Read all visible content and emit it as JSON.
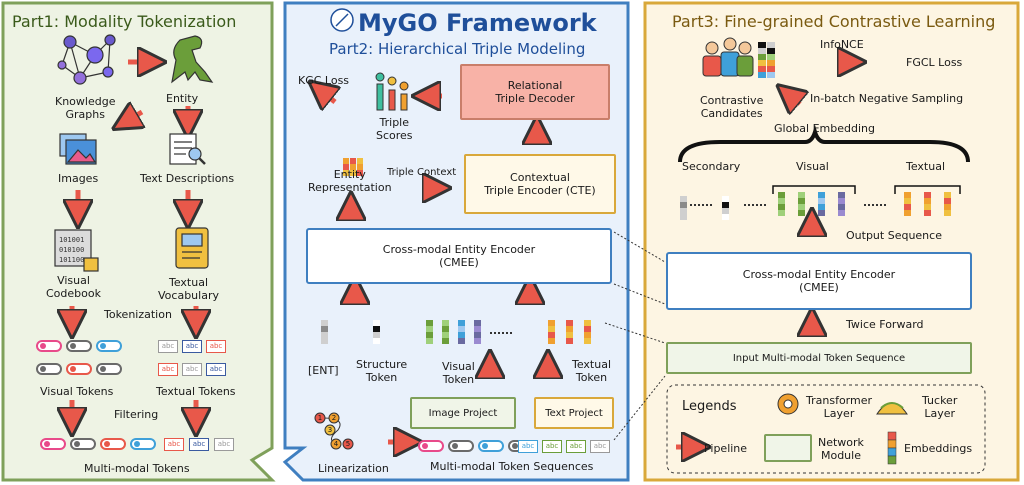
{
  "part1": {
    "title": "Part1: Modality Tokenization",
    "knowledge_graphs": "Knowledge\nGraphs",
    "entity": "Entity",
    "images": "Images",
    "text_descriptions": "Text Descriptions",
    "visual_codebook": "Visual\nCodebook",
    "textual_vocabulary": "Textual\nVocabulary",
    "tokenization": "Tokenization",
    "visual_tokens": "Visual Tokens",
    "textual_tokens": "Textual Tokens",
    "filtering": "Filtering",
    "multimodal_tokens": "Multi-modal Tokens",
    "token_text": "abc"
  },
  "part2": {
    "framework_title": "MyGO Framework",
    "title": "Part2: Hierarchical Triple Modeling",
    "kgc_loss": "KGC Loss",
    "triple_scores": "Triple\nScores",
    "relational_decoder": "Relational\nTriple Decoder",
    "entity_representation": "Entity\nRepresentation",
    "triple_context": "Triple Context",
    "cte": "Contextual\nTriple Encoder (CTE)",
    "cmee": "Cross-modal Entity Encoder\n(CMEE)",
    "ent": "[ENT]",
    "structure_token": "Structure\nToken",
    "visual_token": "Visual\nToken",
    "textual_token": "Textual\nToken",
    "image_project": "Image Project",
    "text_project": "Text Project",
    "linearization": "Linearization",
    "token_sequences": "Multi-modal Token Sequences",
    "lin_numbers": [
      "1",
      "2",
      "3",
      "4",
      "5"
    ]
  },
  "part3": {
    "title": "Part3: Fine-grained Contrastive Learning",
    "infonce": "InfoNCE",
    "fgcl_loss": "FGCL Loss",
    "contrastive_candidates": "Contrastive\nCandidates",
    "inbatch": "In-batch Negative Sampling",
    "global_embedding": "Global Embedding",
    "secondary": "Secondary",
    "visual": "Visual",
    "textual": "Textual",
    "output_sequence": "Output Sequence",
    "cmee": "Cross-modal Entity Encoder\n(CMEE)",
    "twice_forward": "Twice Forward",
    "input_sequence": "Input Multi-modal Token Sequence",
    "legends": "Legends",
    "transformer_layer": "Transformer\nLayer",
    "tucker_layer": "Tucker\nLayer",
    "pipeline": "Pipeline",
    "network_module": "Network\nModule",
    "embeddings": "Embeddings"
  },
  "colors": {
    "green_border": "#7fa05a",
    "green_fill": "#f0f5e8",
    "blue_border": "#3f7fc0",
    "blue_fill": "#eef4fb",
    "yellow_border": "#d9a83a",
    "yellow_fill": "#fdf6e6",
    "arrow": "#e8584a",
    "red_box": "#f8b2a7"
  }
}
